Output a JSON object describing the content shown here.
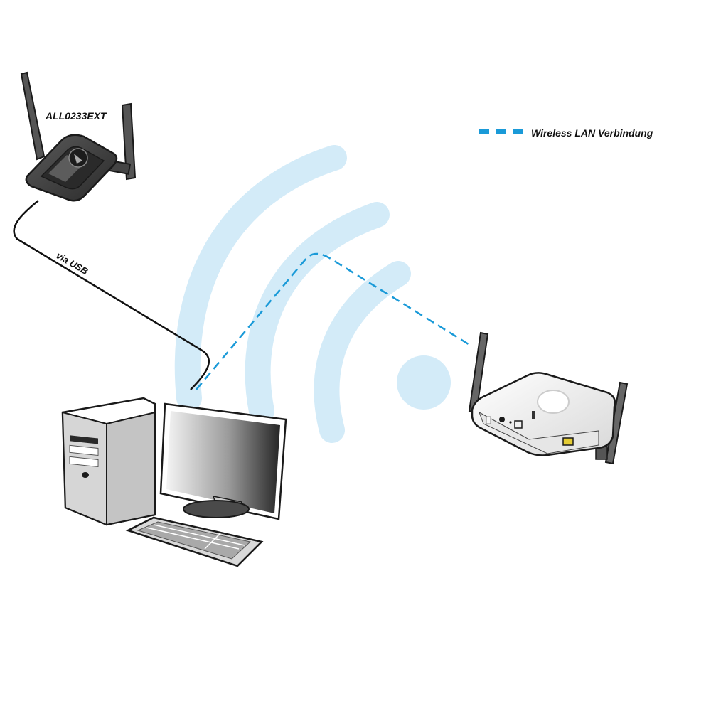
{
  "labels": {
    "adapter_model": "ALL0233EXT",
    "usb_link": "via USB",
    "legend": "Wireless LAN Verbindung"
  },
  "colors": {
    "wifi_waves": "#d3ebf8",
    "wlan_link": "#1a9ad8",
    "cable": "#111111",
    "device_outline": "#1a1a1a",
    "device_dark": "#3b3b3b",
    "device_light": "#e4e4e4"
  },
  "icons": {
    "adapter": "usb-wlan-adapter-icon",
    "computer": "desktop-computer-icon",
    "access_point": "access-point-icon",
    "wifi": "wifi-signal-icon"
  }
}
